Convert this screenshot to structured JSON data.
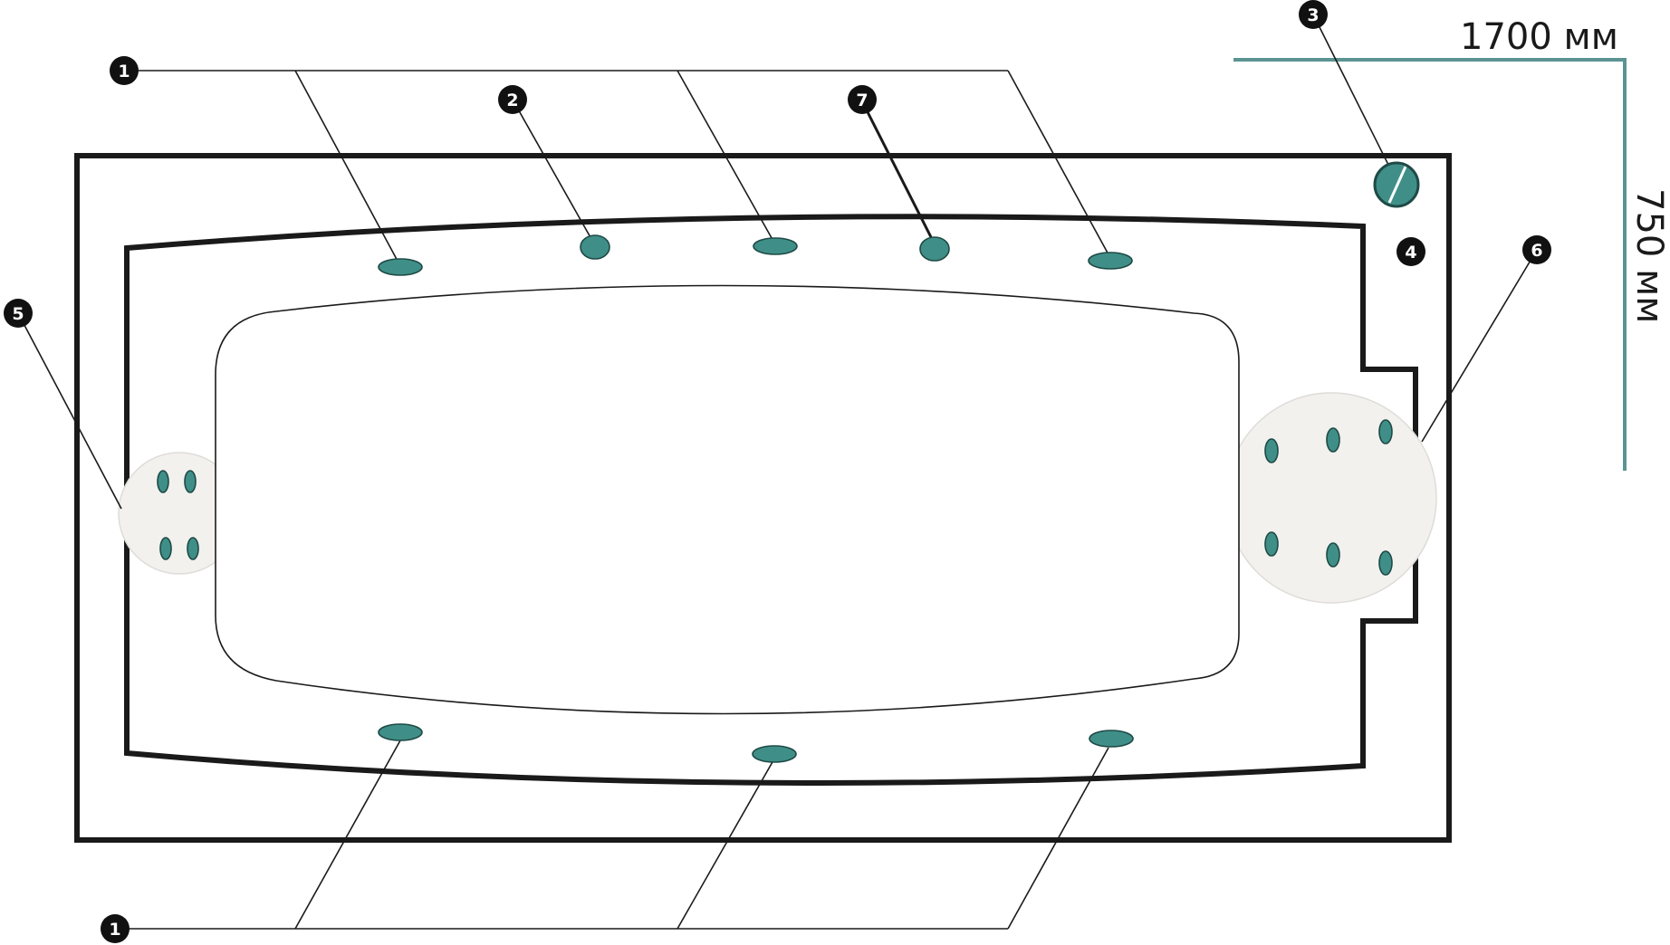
{
  "colors": {
    "outline": "#1a1a1a",
    "jet_fill": "#3f8f88",
    "jet_stroke": "#1f4a46",
    "dimension_line": "#5b9492",
    "zone_fill": "#f2f1ee",
    "zone_stroke": "#dedcd8",
    "callout_fill": "#111111"
  },
  "dimensions": {
    "length": "1700 мм",
    "width": "750 мм"
  },
  "callouts": {
    "c1_top": "1",
    "c1_bottom": "1",
    "c2": "2",
    "c3": "3",
    "c4": "4",
    "c5": "5",
    "c6": "6",
    "c7": "7"
  }
}
